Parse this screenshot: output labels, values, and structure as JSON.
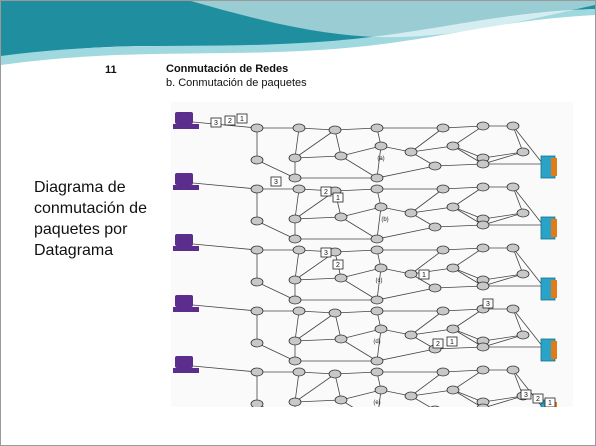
{
  "slide": {
    "number": "11",
    "title": "Conmutación de Redes",
    "subtitle": "b. Conmutación de paquetes",
    "caption_lines": [
      "Diagrama  de",
      "conmutación de",
      "paquetes por",
      "Datagrama"
    ]
  },
  "colors": {
    "swoosh_dark": "#1f8fa0",
    "swoosh_light": "#9fd8de",
    "node_fill": "#c8c8c8",
    "computer": "#5b2d8c",
    "server": "#2aa3c8",
    "server_accent": "#e07b1a"
  },
  "diagram": {
    "panels": [
      {
        "label": "(a)",
        "packets": [
          "3",
          "2",
          "1"
        ]
      },
      {
        "label": "(b)",
        "packets": [
          "3",
          "2",
          "1"
        ]
      },
      {
        "label": "(c)",
        "packets": [
          "3",
          "2",
          "1"
        ]
      },
      {
        "label": "(d)",
        "packets": [
          "3",
          "2",
          "1"
        ]
      },
      {
        "label": "(e)",
        "packets": [
          "3",
          "2",
          "1"
        ]
      }
    ]
  }
}
